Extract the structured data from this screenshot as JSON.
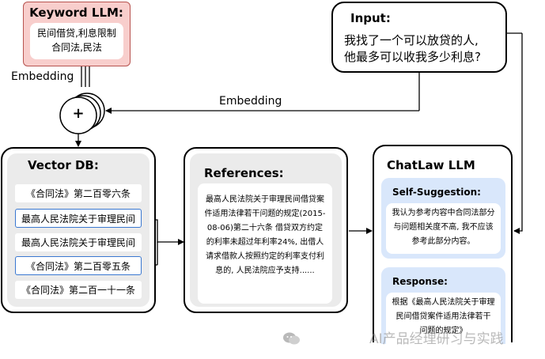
{
  "keyword": {
    "title": "Keyword LLM:",
    "lines": [
      "民间借贷,利息限制",
      "合同法,民法"
    ]
  },
  "input": {
    "title": "Input:",
    "lines": [
      "我找了一个可以放贷的人,",
      "他最多可以收我多少利息?"
    ]
  },
  "embedding_labels": [
    "Embedding",
    "Embedding"
  ],
  "plus": "+",
  "vector_db": {
    "title": "Vector DB:",
    "items": [
      {
        "text": "《合同法》第二百零六条",
        "selected": false
      },
      {
        "text": "最高人民法院关于审理民间",
        "selected": true
      },
      {
        "text": "最高人民法院关于审理民间",
        "selected": false
      },
      {
        "text": "《合同法》第二百零五条",
        "selected": true
      },
      {
        "text": "《合同法》第二百一十一条",
        "selected": false
      }
    ]
  },
  "references": {
    "title": "References:",
    "lines": [
      "最高人民法院关于审理民间借贷案",
      "件适用法律若干问题的规定(2015-",
      "08-06)第二十六条 借贷双方约定",
      "的利率未超过年利率24%, 出借人",
      "请求借款人按照约定的利率支付利",
      "息的, 人民法院应予支持......"
    ]
  },
  "chatlaw": {
    "title": "ChatLaw LLM",
    "self_suggestion": {
      "title": "Self-Suggestion:",
      "lines": [
        "我认为参考内容中合同法部分",
        "与问题相关度不高, 我不应该",
        "参考此部分内容。"
      ]
    },
    "response": {
      "title": "Response:",
      "lines": [
        "根据《最高人民法院关于审理",
        "民间借贷案件适用法律若干",
        "问题的规定》"
      ]
    }
  },
  "watermark": "AI产品经理研习与实践",
  "colors": {
    "keyword_fill": "#f8cecc",
    "keyword_border": "#b85450",
    "selected_border": "#3a78d1",
    "panel_blue": "#d9e7fb",
    "panel_gray": "#ebebeb"
  }
}
